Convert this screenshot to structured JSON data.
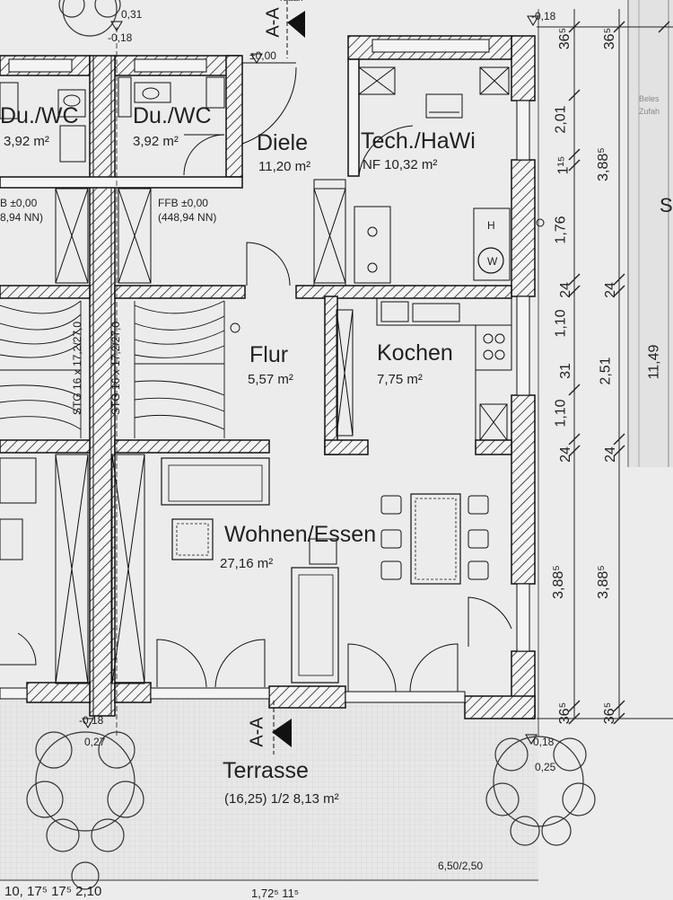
{
  "rooms": {
    "du_wc_left": {
      "name": "Du./WC",
      "area": "3,92 m²"
    },
    "du_wc_mid": {
      "name": "Du./WC",
      "area": "3,92 m²"
    },
    "diele": {
      "name": "Diele",
      "area": "11,20 m²"
    },
    "tech_hawi": {
      "name": "Tech./HaWi",
      "area": "NF 10,32 m²"
    },
    "flur": {
      "name": "Flur",
      "area": "5,57 m²"
    },
    "kochen": {
      "name": "Kochen",
      "area": "7,75 m²"
    },
    "wohnen": {
      "name": "Wohnen/Essen",
      "area": "27,16 m²"
    },
    "terrasse": {
      "name": "Terrasse",
      "area": "(16,25) 1/2 8,13 m²"
    }
  },
  "floor_levels": {
    "ffb_left": {
      "line1": "B ±0,00",
      "line2": "8,94 NN)"
    },
    "ffb_mid": {
      "line1": "FFB ±0,00",
      "line2": "(448,94 NN)"
    },
    "entry": "±0,00",
    "top_left_1": "0,31",
    "top_left_2": "-0,18",
    "top_right": "-0,18",
    "bottom_left_1": "-0,18",
    "bottom_left_2": "0,27",
    "bottom_right_1": "-0,18",
    "bottom_right_2": "0,25"
  },
  "stairs": {
    "left": "STG 16 x 17,2/27,0",
    "mid": "STG 16 x 17,2/27,0"
  },
  "appliances": {
    "h": "H",
    "w": "W"
  },
  "section_marks": {
    "top": "A-A",
    "bottom": "A-A"
  },
  "dims_inner": [
    "36⁵",
    "2,01",
    "1¹⁵",
    "1,76",
    "24",
    "1,10",
    "31",
    "1,10",
    "24",
    "3,88⁵",
    "36⁵"
  ],
  "dims_outer": [
    "36⁵",
    "3,88⁵",
    "24",
    "2,51",
    "24",
    "3,88⁵",
    "36⁵"
  ],
  "dim_total": "11,49",
  "bottom_dims": "10, 17⁵  17⁵  2,10",
  "bottom_dims2": "1,72⁵  11⁵",
  "terrace_dim": "6,50/2,50",
  "top_partial": "ruaan",
  "right_edge_letter": "S",
  "right_edge_text1": "Beles",
  "right_edge_text2": "Zufah"
}
